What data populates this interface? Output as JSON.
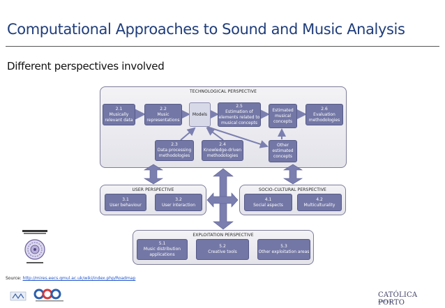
{
  "slide": {
    "title": "Computational Approaches to Sound and Music Analysis",
    "subtitle": "Different perspectives involved"
  },
  "diagram": {
    "technological": {
      "title": "TECHNOLOGICAL PERSPECTIVE",
      "box_2_1": "2.1\nMusically\nrelevant data",
      "box_2_2": "2.2\nMusic\nrepresentations",
      "box_models": "Models",
      "box_2_5": "2.5\nEstimation of\nelements related to\nmusical concepts",
      "box_estimated": "Estimated\nmusical\nconcepts",
      "box_2_6": "2.6\nEvaluation\nmethodologies",
      "box_2_3": "2.3\nData processing\nmethodologies",
      "box_2_4": "2.4\nKnowledge-driven\nmethodologies",
      "box_other": "Other\nestimated\nconcepts"
    },
    "user": {
      "title": "USER PERSPECTIVE",
      "box_3_1": "3.1\nUser behaviour",
      "box_3_2": "3.2\nUser interaction"
    },
    "socio": {
      "title": "SOCIO-CULTURAL PERSPECTIVE",
      "box_4_1": "4.1\nSocial aspects",
      "box_4_2": "4.2\nMulticulturality"
    },
    "exploitation": {
      "title": "EXPLOITATION PERSPECTIVE",
      "box_5_1": "5.1\nMusic distribution\napplications",
      "box_5_2": "5.2\nCreative tools",
      "box_5_3": "5.3\nOther exploitation areas"
    }
  },
  "footer": {
    "source_prefix": "Source: ",
    "source_url": "http://mires.eecs.qmul.ac.uk/wiki/index.php/Roadmap",
    "brand_name": "CATÓLICA PORTO",
    "brand_sub": "ARTES"
  },
  "colors": {
    "title": "#1f3d7a",
    "box_fill": "#7377a5",
    "arrow": "#7b7fb0",
    "panel_border": "#7c7c9a"
  }
}
